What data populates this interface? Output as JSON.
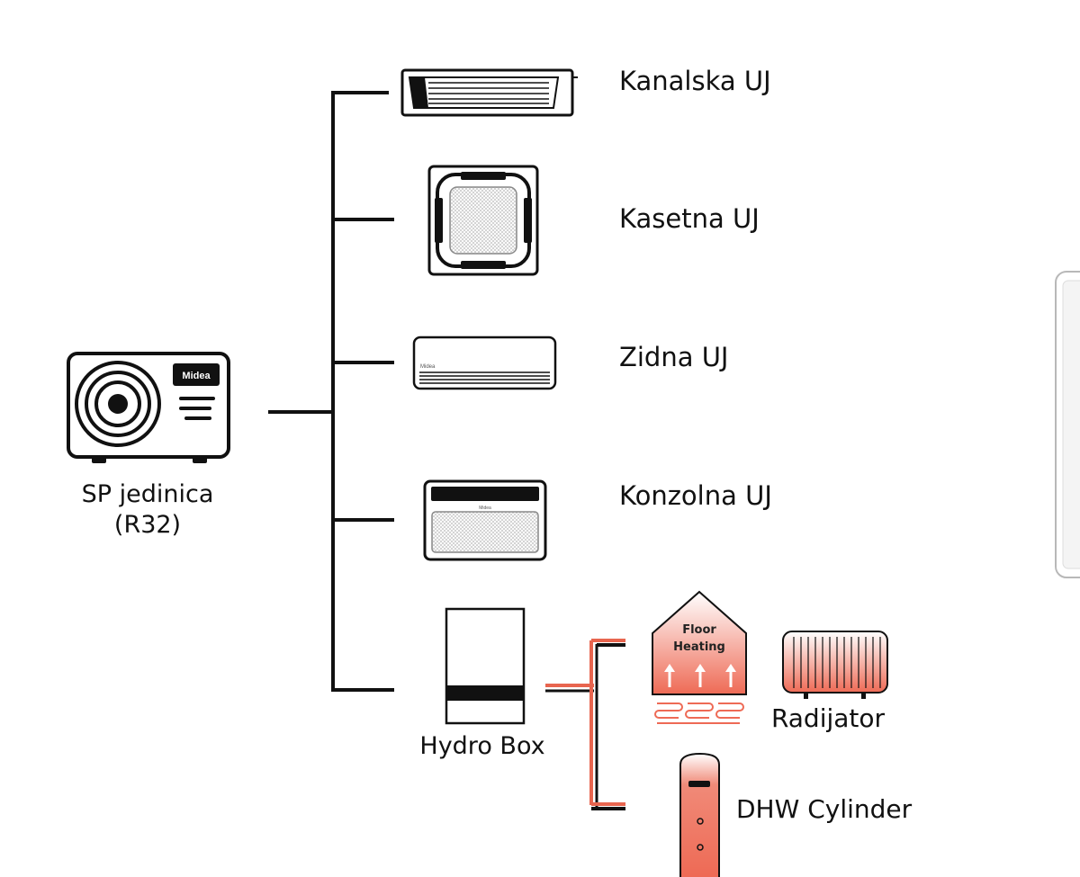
{
  "outdoor_unit": {
    "label_line1": "SP jedinica",
    "label_line2": "(R32)",
    "brand": "Midea"
  },
  "indoor_units": [
    {
      "label": "Kanalska UJ",
      "icon": "duct-unit-icon"
    },
    {
      "label": "Kasetna UJ",
      "icon": "cassette-unit-icon"
    },
    {
      "label": "Zidna UJ",
      "icon": "wall-unit-icon"
    },
    {
      "label": "Konzolna UJ",
      "icon": "console-unit-icon"
    }
  ],
  "hydro_box": {
    "label": "Hydro Box"
  },
  "heating": {
    "floor_heating_line1": "Floor",
    "floor_heating_line2": "Heating",
    "radiator_label": "Radijator",
    "dhw_label": "DHW Cylinder"
  },
  "colors": {
    "line": "#111111",
    "hot_pipe": "#e8654f",
    "hot_fill_top": "#ffffff",
    "hot_fill_bottom": "#ee6a55"
  }
}
